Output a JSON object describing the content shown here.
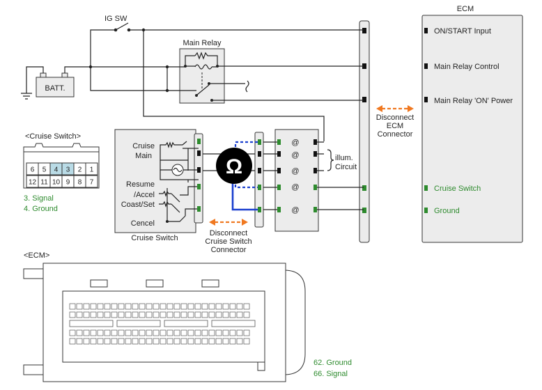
{
  "labels": {
    "ig_sw": "IG SW",
    "main_relay": "Main Relay",
    "batt": "BATT.",
    "cruise_switch_header": "<Cruise Switch>",
    "ecm_header": "<ECM>",
    "ecm_box_title": "ECM",
    "cruise_main": "Cruise\nMain",
    "resume_accel": "Resume\n/Accel",
    "coast_set": "Coast/Set",
    "cencel": "Cencel",
    "cruise_switch_caption": "Cruise Switch",
    "illum_circuit": "illum.\nCircuit",
    "disconnect_cruise": "Disconnect\nCruise Switch\nConnector",
    "disconnect_ecm": "Disconnect\nECM\nConnector",
    "ohm_symbol": "Ω"
  },
  "ecm_pins": [
    {
      "label": "ON/START Input",
      "color": "#111111"
    },
    {
      "label": "Main Relay Control",
      "color": "#111111"
    },
    {
      "label": "Main Relay 'ON' Power",
      "color": "#111111"
    },
    {
      "label": "Cruise Switch",
      "color": "#2e8b2e"
    },
    {
      "label": "Ground",
      "color": "#2e8b2e"
    }
  ],
  "cruise_connector": {
    "top_row": [
      "6",
      "5",
      "4",
      "3",
      "2",
      "1"
    ],
    "bottom_row": [
      "12",
      "11",
      "10",
      "9",
      "8",
      "7"
    ],
    "highlighted": [
      "4",
      "3"
    ],
    "notes": [
      "3. Signal",
      "4. Ground"
    ]
  },
  "ecm_notes": [
    "62. Ground",
    "66. Signal"
  ],
  "colors": {
    "accent_green": "#2e8b2e",
    "probe_blue": "#1a3fcf",
    "arrow_orange": "#f07820",
    "highlight_blue": "#b9dbe6"
  }
}
